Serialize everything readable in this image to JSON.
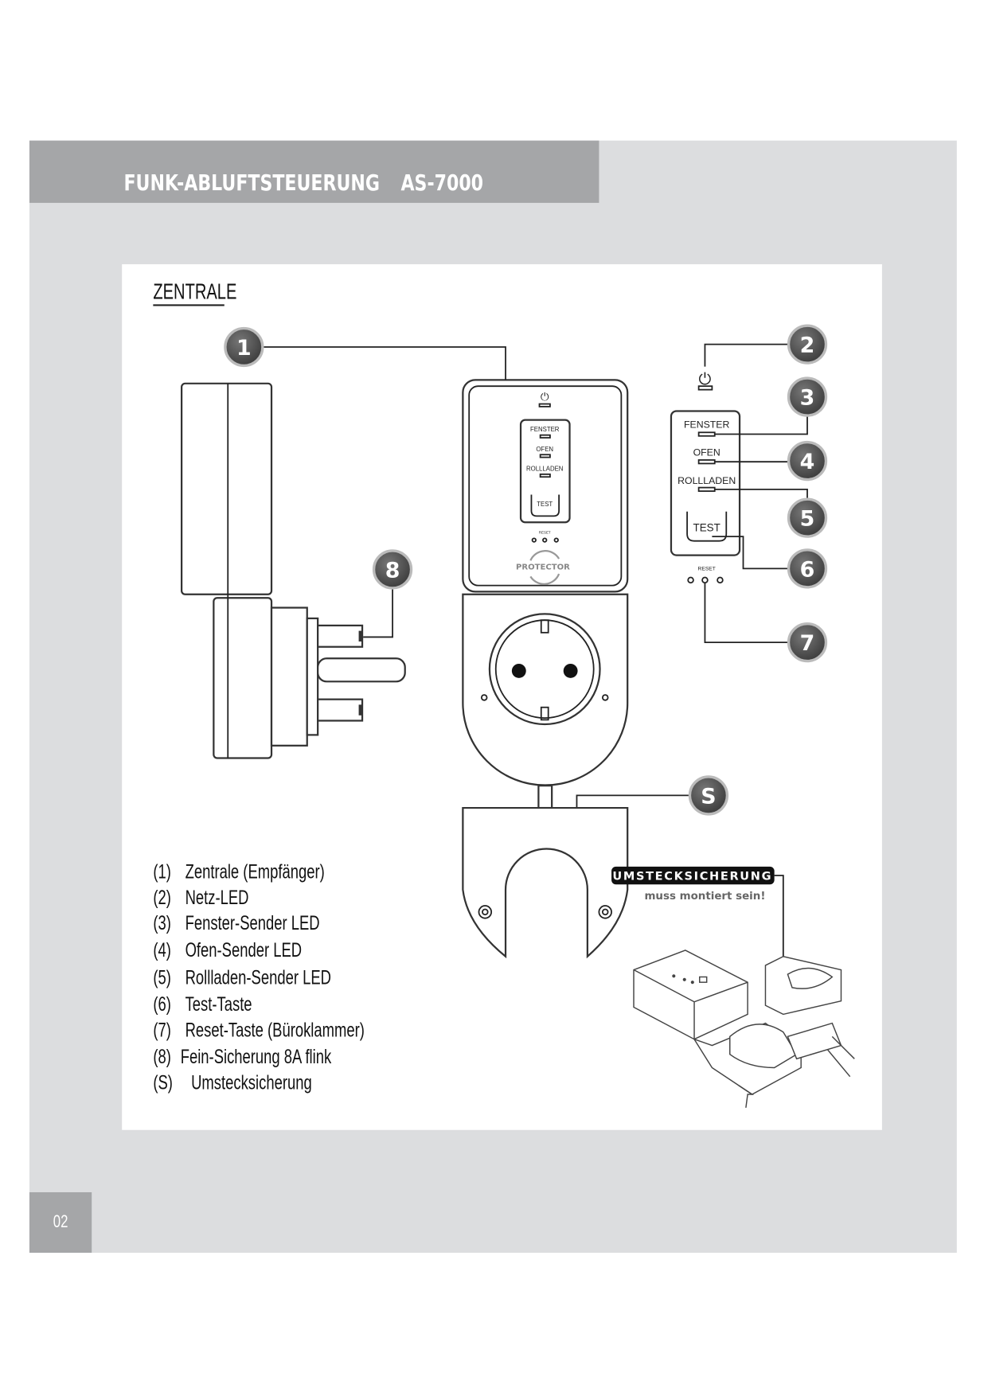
{
  "header": {
    "title": "FUNK-ABLUFTSTEUERUNG",
    "model": "AS-7000"
  },
  "section": {
    "title": "ZENTRALE"
  },
  "device": {
    "led_labels": [
      "FENSTER",
      "OFEN",
      "ROLLLADEN"
    ],
    "test_label": "TEST",
    "reset_label": "RESET",
    "brand": "PROTECTOR"
  },
  "callouts": [
    "1",
    "2",
    "3",
    "4",
    "5",
    "6",
    "7",
    "8",
    "S"
  ],
  "warning": {
    "badge": "UMSTECKSICHERUNG",
    "text": "muss montiert sein!"
  },
  "legend": [
    {
      "num": "(1)",
      "text": "Zentrale (Empfänger)"
    },
    {
      "num": "(2)",
      "text": "Netz-LED"
    },
    {
      "num": "(3)",
      "text": "Fenster-Sender LED"
    },
    {
      "num": "(4)",
      "text": "Ofen-Sender LED"
    },
    {
      "num": "(5)",
      "text": "Rollladen-Sender LED"
    },
    {
      "num": "(6)",
      "text": "Test-Taste"
    },
    {
      "num": "(7)",
      "text": "Reset-Taste (Büroklammer)"
    },
    {
      "num": "(8)",
      "text": "Fein-Sicherung 8A flink"
    },
    {
      "num": "(S)",
      "text": "Umstecksicherung"
    }
  ],
  "page_number": "02",
  "colors": {
    "panel": "#dcdddf",
    "header": "#a5a6a8",
    "circle": "#555555"
  }
}
